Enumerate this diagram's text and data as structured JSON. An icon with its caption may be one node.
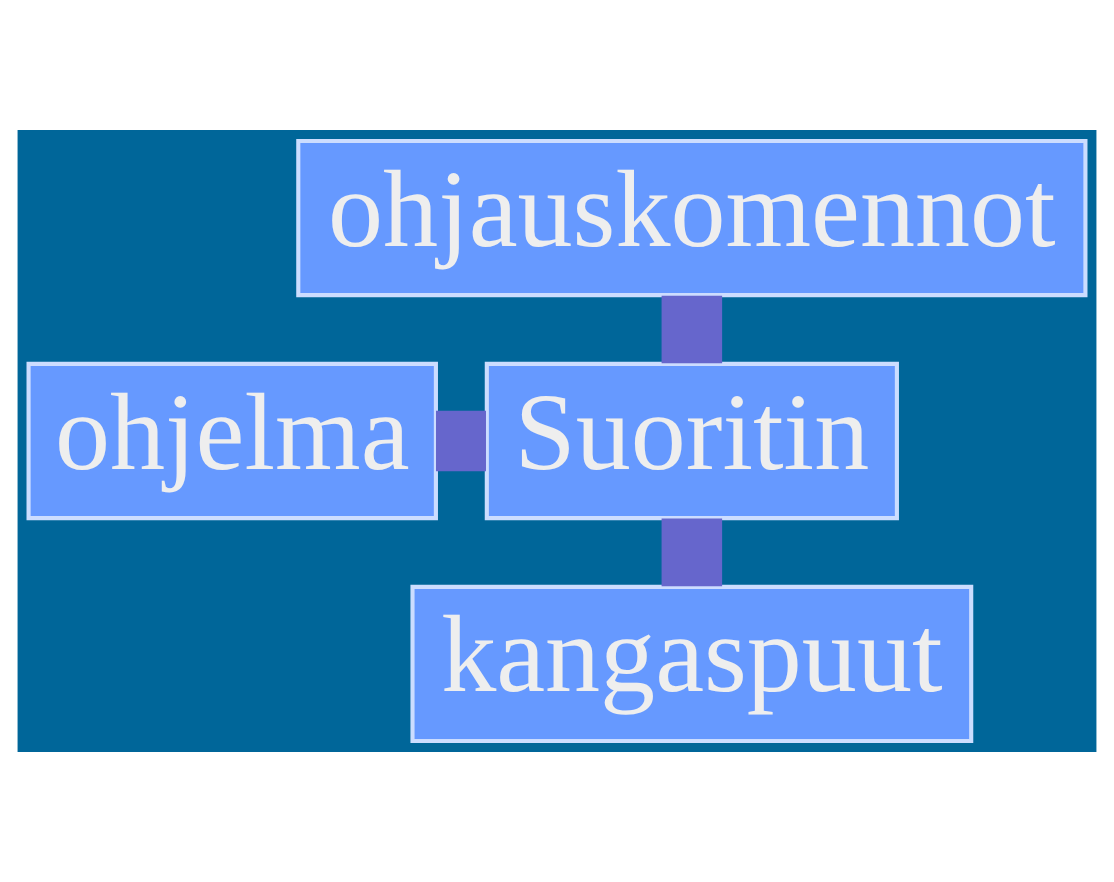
{
  "diagram": {
    "nodes": [
      {
        "text": [
          "ohjauskomennot"
        ]
      },
      {
        "text": [
          "ohjelma"
        ]
      },
      {
        "text": [
          "Suoritin"
        ]
      },
      {
        "text": [
          "kangaspuut"
        ]
      }
    ],
    "edges": [
      {
        "from": 0,
        "to": 2,
        "arrow": "none"
      },
      {
        "from": 1,
        "to": 2,
        "arrow": "none"
      },
      {
        "from": 2,
        "to": 3,
        "arrow": "none"
      }
    ]
  }
}
